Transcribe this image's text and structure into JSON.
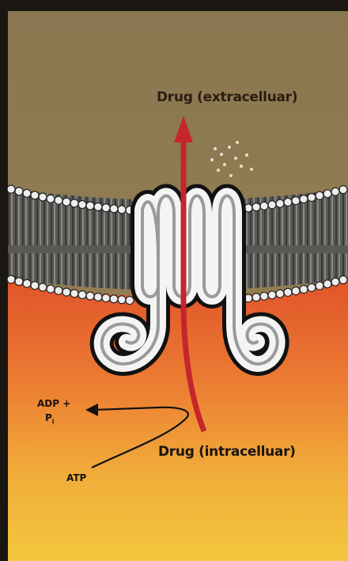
{
  "labels": {
    "drug_extracellular": "Drug (extracelluar)",
    "drug_intracellular": "Drug (intracelluar)",
    "adp": "ADP +",
    "pi_letter": "P",
    "pi_subscript": "i",
    "atp": "ATP"
  },
  "colors": {
    "extracellular": "#8f7a52",
    "cytoplasm_top": "#e5602c",
    "cytoplasm_bottom": "#f3c63b",
    "lipid_head": "#ededed",
    "lipid_tail": "#4a4a4a",
    "protein_coil": "#f4f4f4",
    "drug_arrow": "#c4262c",
    "text": "#1a1410",
    "frame": "#1a1612"
  },
  "icons": {
    "transporter": "abc-transporter-coil-icon",
    "drug_path": "red-arrow-up-icon",
    "atp_hydrolysis": "curved-arrow-icon"
  }
}
